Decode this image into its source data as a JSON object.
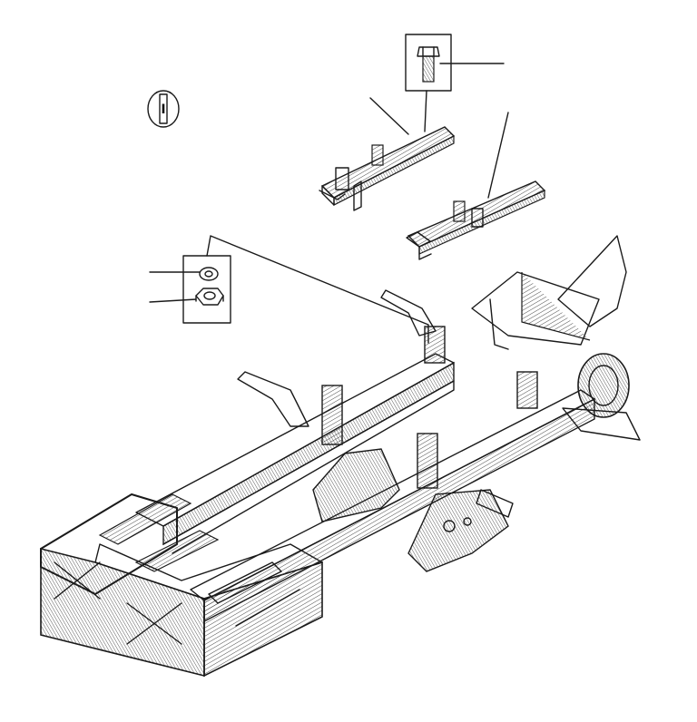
{
  "figure": {
    "badge_label": "I",
    "palette": {
      "ink": "#1a1a1a",
      "paper": "#ffffff"
    },
    "parts": [
      {
        "name": "bolt"
      },
      {
        "name": "crossmember-upper"
      },
      {
        "name": "crossmember-lower"
      },
      {
        "name": "lock-washer"
      },
      {
        "name": "hex-nut"
      },
      {
        "name": "chassis-frame"
      }
    ]
  }
}
